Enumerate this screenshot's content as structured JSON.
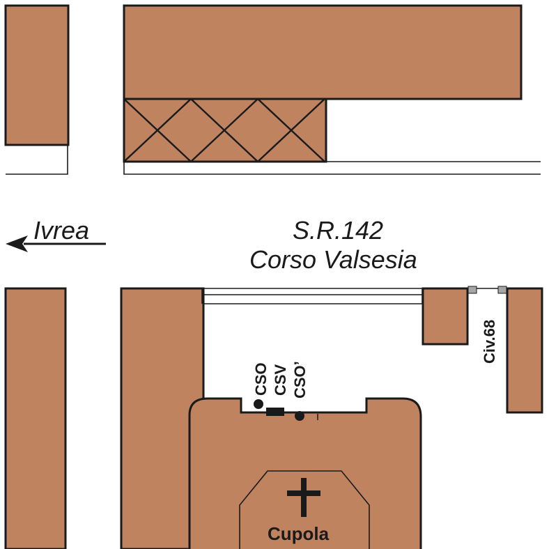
{
  "map": {
    "colors": {
      "building": "#bf845f",
      "outline": "#1a1a1a",
      "background": "#ffffff",
      "gate_post": "#a6a6a6"
    },
    "direction": {
      "label": "Ivrea",
      "arrow_icon": "arrow-left-icon"
    },
    "road": {
      "code": "S.R.142",
      "name": "Corso Valsesia"
    },
    "civic_number": "Civ.68",
    "markers": [
      {
        "label": "CSO",
        "symbol": "dot"
      },
      {
        "label": "CSV",
        "symbol": "bar"
      },
      {
        "label": "CSO’",
        "symbol": "dot"
      }
    ],
    "church": {
      "label": "Cupola",
      "symbol": "cross-icon"
    }
  }
}
